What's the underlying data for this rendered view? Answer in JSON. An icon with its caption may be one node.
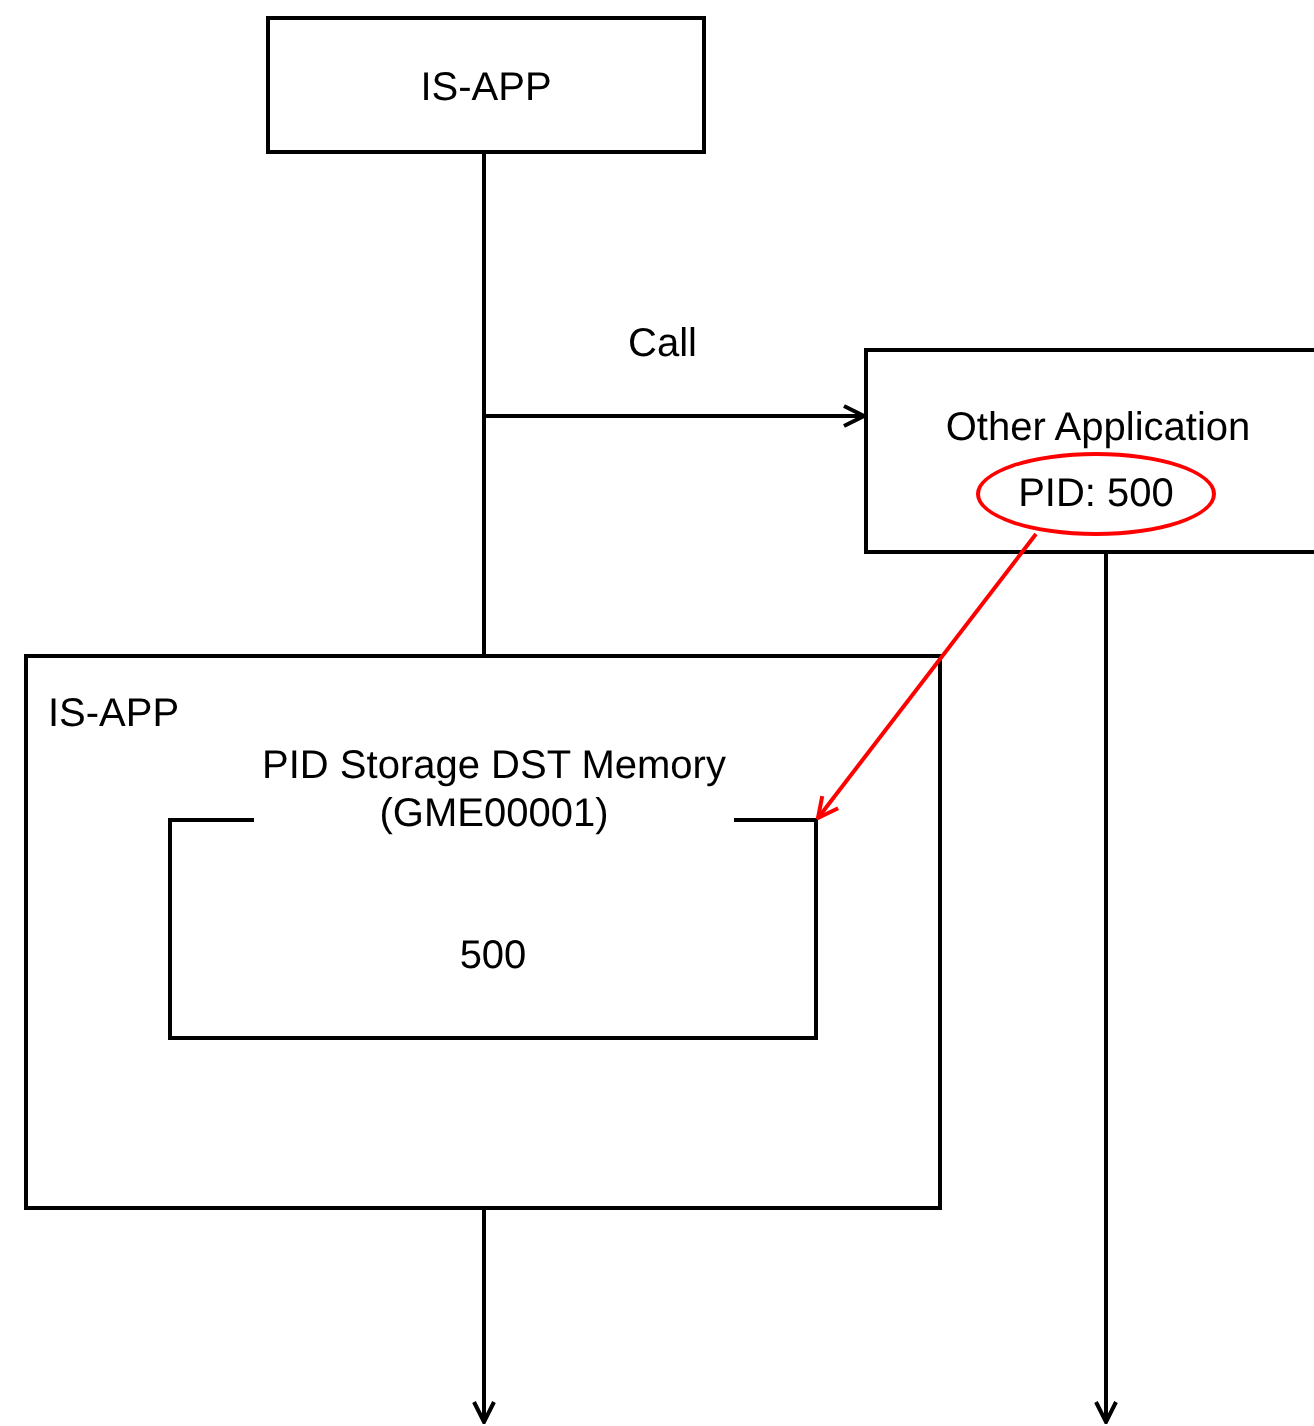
{
  "diagram": {
    "nodes": [
      {
        "text": [
          "IS-APP"
        ]
      },
      {
        "text": [
          "Other Application"
        ]
      },
      {
        "text": [
          "PID: 500"
        ],
        "in": 1
      },
      {
        "text": [
          "IS-APP"
        ]
      },
      {
        "text": [
          "PID Storage DST Memory (GME00001)",
          "500"
        ],
        "in": 3
      }
    ],
    "edges": [
      {
        "from": 0,
        "to": 3,
        "arrow": "none"
      },
      {
        "from": 0,
        "to": 1,
        "arrow": "to",
        "label": "Call"
      },
      {
        "from": 2,
        "to": 4,
        "arrow": "to",
        "color": "#ff0000"
      },
      {
        "from": 3,
        "to": null,
        "arrow": "to"
      },
      {
        "from": 1,
        "to": null,
        "arrow": "to"
      }
    ]
  }
}
